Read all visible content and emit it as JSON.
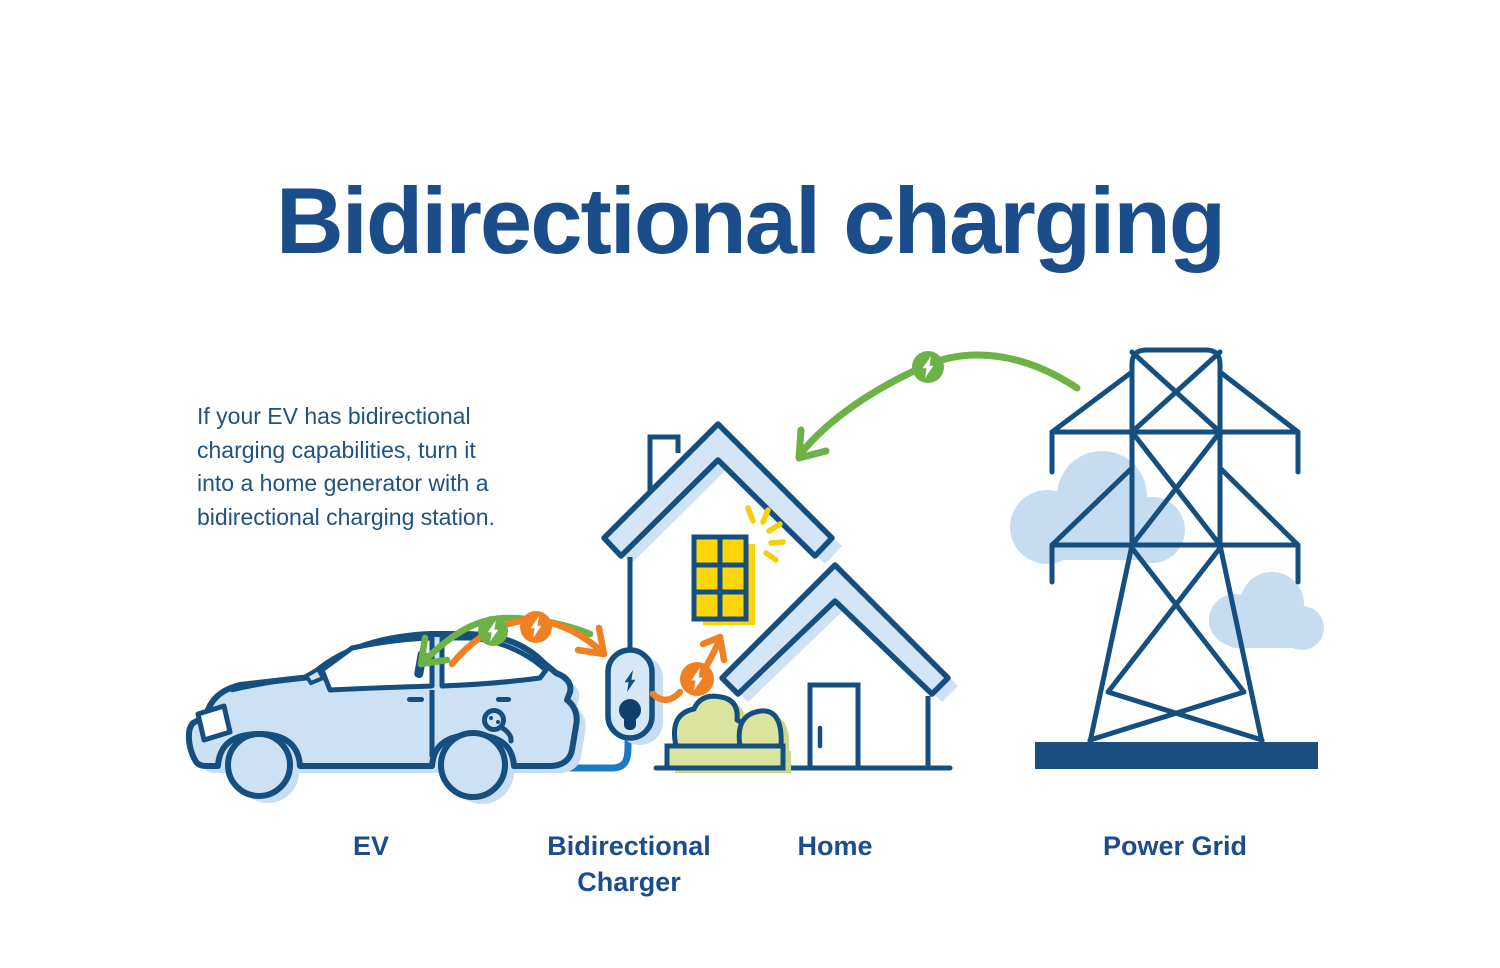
{
  "title": "Bidirectional charging",
  "description": {
    "lines": [
      "If your EV has bidirectional",
      "charging capabilities, turn it",
      "into a home generator with a",
      "bidirectional charging station."
    ]
  },
  "labels": {
    "ev": "EV",
    "charger_line1": "Bidirectional",
    "charger_line2": "Charger",
    "home": "Home",
    "power_grid": "Power Grid"
  },
  "icons": {
    "lightning_bolt": "energy-flow-badge",
    "ev_car": "electric-vehicle-illustration",
    "wall_charger": "bidirectional-charger-unit",
    "house": "home-illustration",
    "transmission_tower": "power-grid-tower",
    "clouds": "background-clouds"
  },
  "palette": {
    "navy_text": "#1b4d8a",
    "navy_stroke": "#144f80",
    "light_blue_fill": "#d3e5f7",
    "car_blue_fill": "#cde1f4",
    "shadow_blue": "#c8ddf2",
    "cable_blue": "#1a7ac5",
    "green": "#6db247",
    "orange": "#f08123",
    "window_yellow": "#ffd60a",
    "bush_green": "#dbe49e",
    "cloud_blue": "#c6ddf1"
  },
  "energy_flows": [
    {
      "from": "power-grid",
      "to": "home",
      "color": "green"
    },
    {
      "from": "charger",
      "to": "ev",
      "color": "green"
    },
    {
      "from": "ev",
      "to": "charger",
      "color": "orange"
    },
    {
      "from": "charger",
      "to": "home",
      "color": "orange"
    }
  ]
}
